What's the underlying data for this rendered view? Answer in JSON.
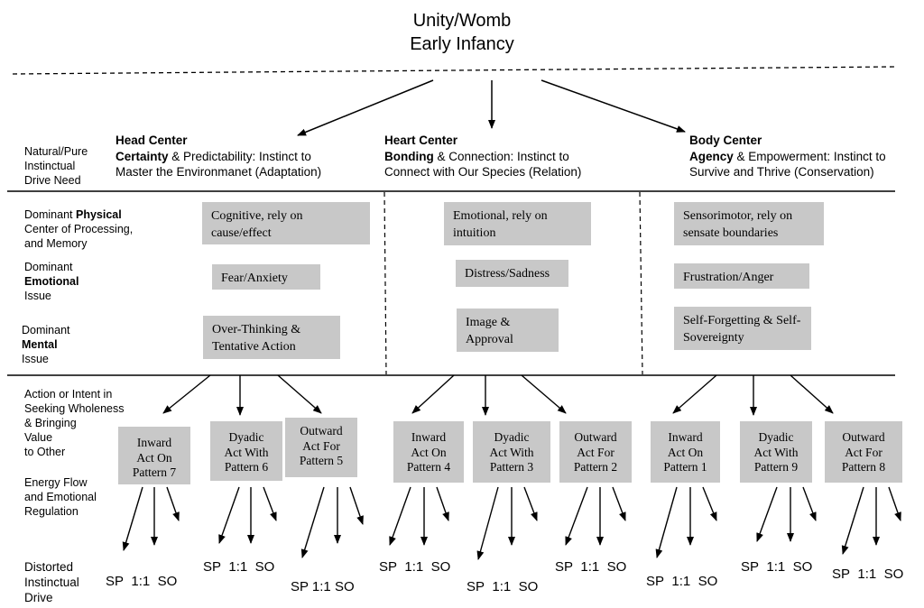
{
  "header": {
    "title_line1": "Unity/Womb",
    "title_line2": "Early Infancy"
  },
  "row_labels": {
    "drive_need": [
      "Natural/Pure",
      "Instinctual",
      "Drive Need"
    ],
    "physical": {
      "l1_pre": "Dominant ",
      "l1_bold": "Physical",
      "l2": "Center of Processing,",
      "l3": "and Memory"
    },
    "emotional": {
      "l1": "Dominant",
      "l2_bold": "Emotional",
      "l3": "Issue"
    },
    "mental": {
      "l1": "Dominant",
      "l2_bold": "Mental",
      "l3": "Issue"
    },
    "action": [
      "Action or Intent in",
      "Seeking Wholeness",
      "& Bringing",
      "Value",
      "to Other"
    ],
    "energy": [
      "Energy Flow",
      "and Emotional",
      "Regulation"
    ],
    "distorted": [
      "Distorted",
      "Instinctual",
      "Drive"
    ]
  },
  "centers": [
    {
      "name": "Head Center",
      "need_bold": "Certainty",
      "need_rest": " & Predictability: Instinct to",
      "line3": "Master the Environmanet (Adaptation)",
      "physical": "Cognitive, rely on cause/effect",
      "emotional": "Fear/Anxiety",
      "mental": "Over-Thinking & Tentative Action",
      "acts": [
        {
          "kind": "Inward",
          "verb": "Act On",
          "pattern": "Pattern 7",
          "drives": [
            "SP",
            "1:1",
            "SO"
          ]
        },
        {
          "kind": "Dyadic",
          "verb": "Act With",
          "pattern": "Pattern 6",
          "drives": [
            "SP",
            "1:1",
            "SO"
          ]
        },
        {
          "kind": "Outward",
          "verb": "Act For",
          "pattern": "Pattern 5",
          "drives": [
            "SP",
            "1:1",
            "SO"
          ]
        }
      ]
    },
    {
      "name": "Heart Center",
      "need_bold": "Bonding",
      "need_rest": " & Connection: Instinct to",
      "line3": "Connect with Our Species (Relation)",
      "physical": "Emotional, rely on intuition",
      "emotional": "Distress/Sadness",
      "mental": "Image & Approval",
      "acts": [
        {
          "kind": "Inward",
          "verb": "Act On",
          "pattern": "Pattern 4",
          "drives": [
            "SP",
            "1:1",
            "SO"
          ]
        },
        {
          "kind": "Dyadic",
          "verb": "Act With",
          "pattern": "Pattern 3",
          "drives": [
            "SP",
            "1:1",
            "SO"
          ]
        },
        {
          "kind": "Outward",
          "verb": "Act For",
          "pattern": "Pattern 2",
          "drives": [
            "SP",
            "1:1",
            "SO"
          ]
        }
      ]
    },
    {
      "name": "Body Center",
      "need_bold": "Agency",
      "need_rest": " & Empowerment: Instinct to",
      "line3": "Survive and Thrive (Conservation)",
      "physical": "Sensorimotor, rely on sensate boundaries",
      "emotional": "Frustration/Anger",
      "mental": "Self-Forgetting & Self-Sovereignty",
      "acts": [
        {
          "kind": "Inward",
          "verb": "Act On",
          "pattern": "Pattern 1",
          "drives": [
            "SP",
            "1:1",
            "SO"
          ]
        },
        {
          "kind": "Dyadic",
          "verb": "Act With",
          "pattern": "Pattern 9",
          "drives": [
            "SP",
            "1:1",
            "SO"
          ]
        },
        {
          "kind": "Outward",
          "verb": "Act For",
          "pattern": "Pattern 8",
          "drives": [
            "SP",
            "1:1",
            "SO"
          ]
        }
      ]
    }
  ]
}
